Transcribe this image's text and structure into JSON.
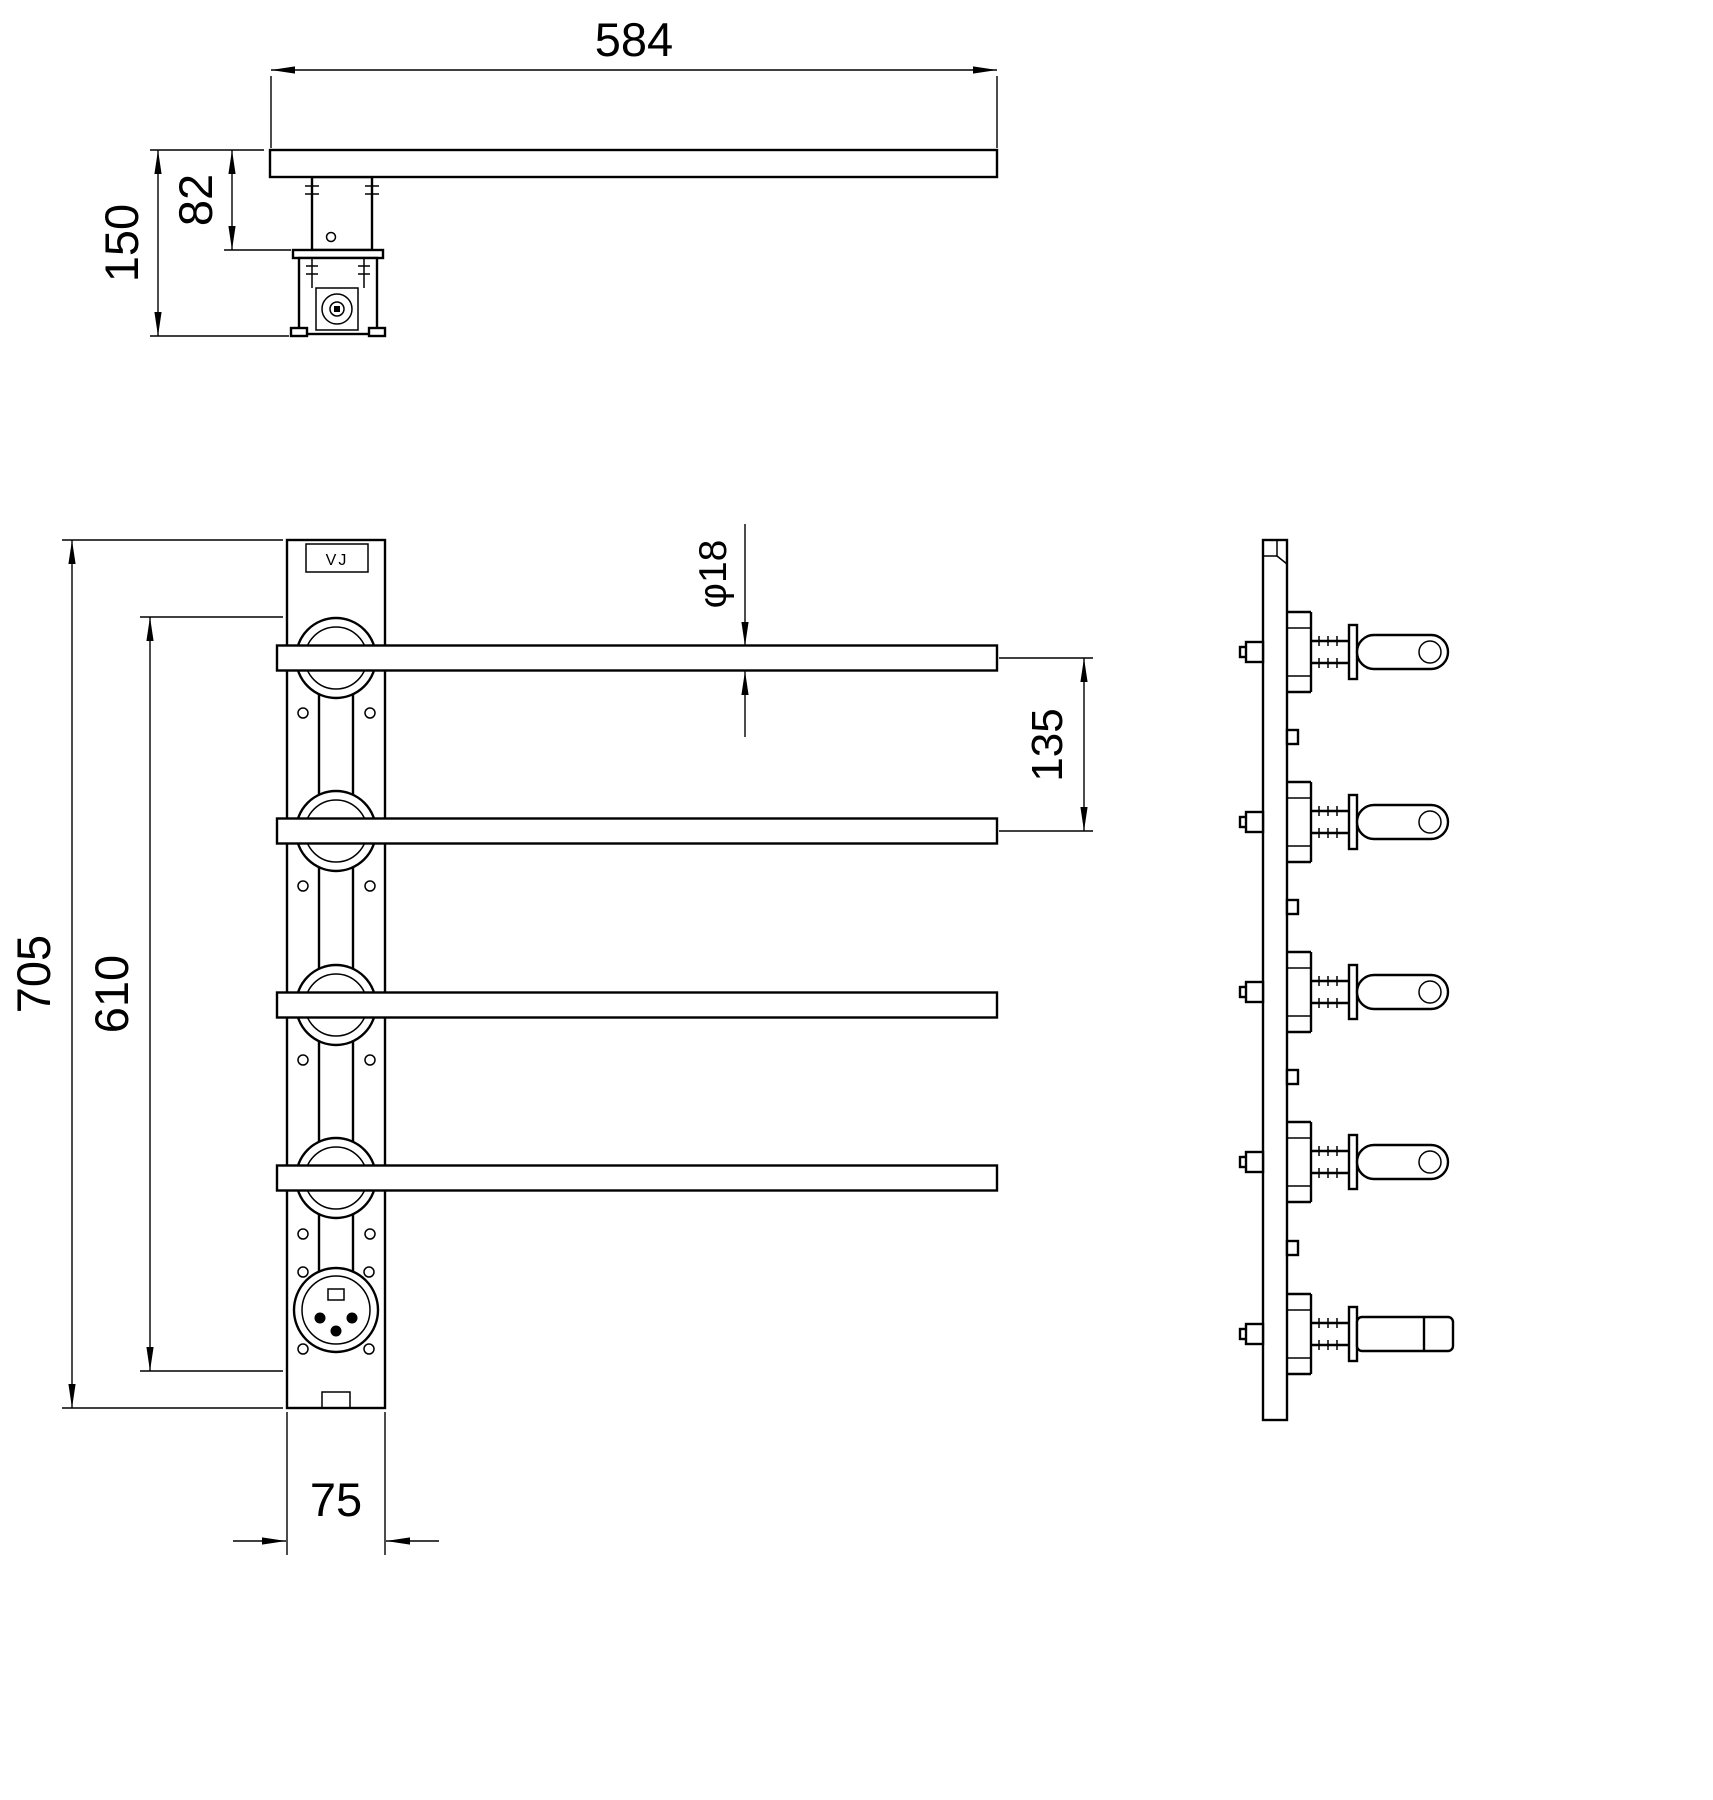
{
  "drawing": {
    "logo_text": "VJ",
    "dims": {
      "arm_length": "584",
      "mount_depth": "150",
      "arm_to_plate": "82",
      "overall_height": "705",
      "span": "610",
      "plate_width": "75",
      "bar_diameter": "φ18",
      "bar_spacing": "135"
    }
  }
}
